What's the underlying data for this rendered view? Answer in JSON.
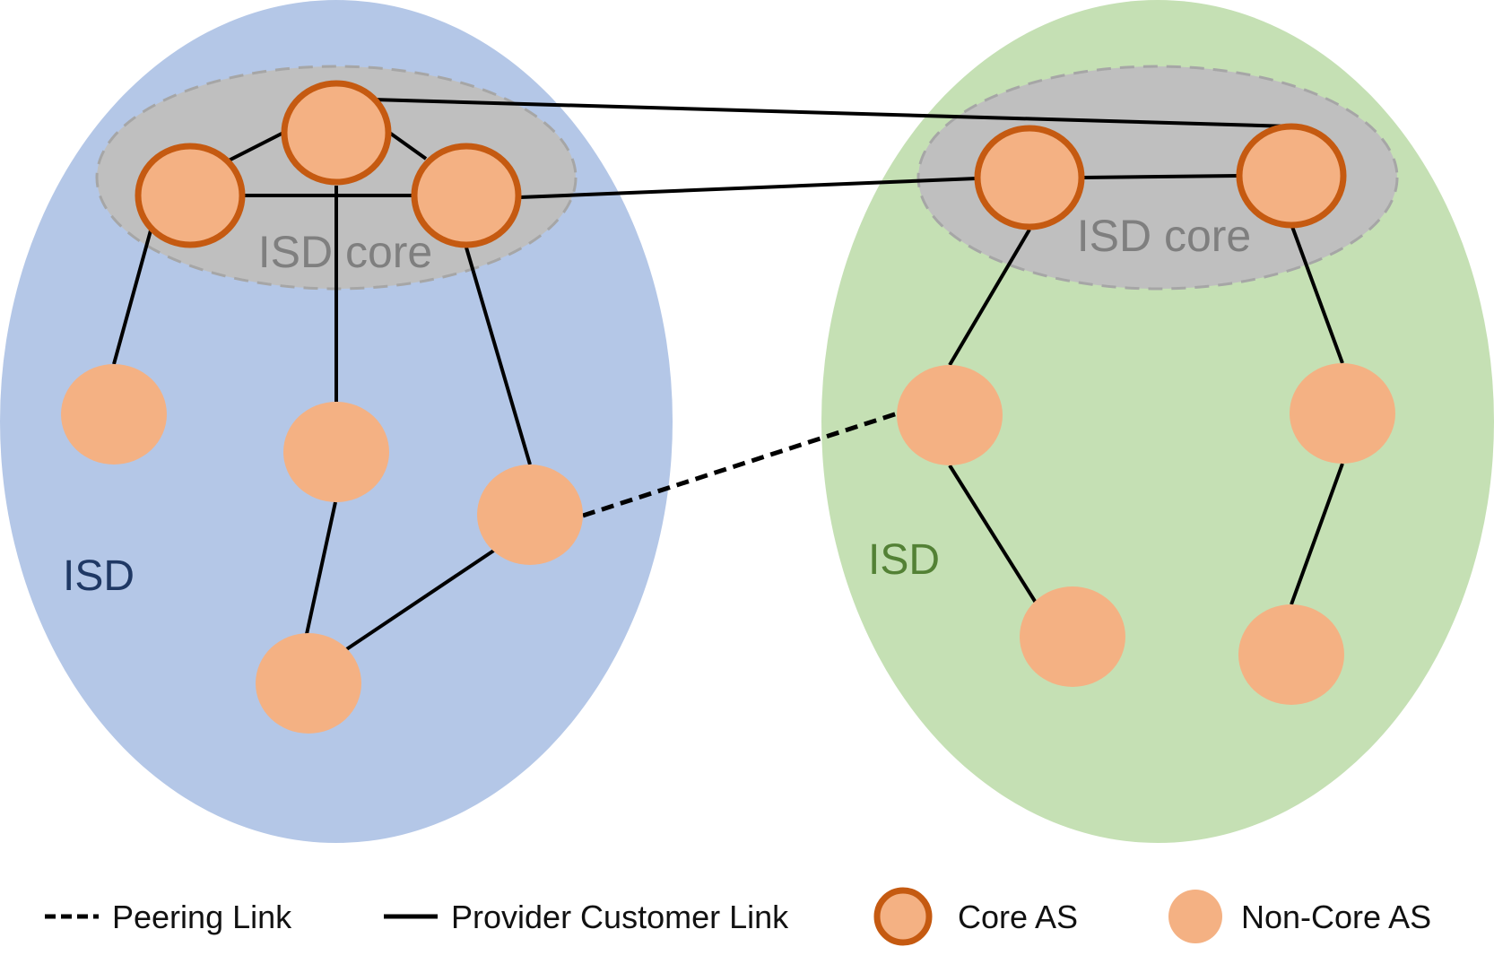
{
  "colors": {
    "isd_left_fill": "#b4c7e7",
    "isd_right_fill": "#c5e0b4",
    "isd_left_label": "#1f3864",
    "isd_right_label": "#538135",
    "core_region_fill": "#bfbfbf",
    "core_region_border": "#a6a6a6",
    "core_region_label": "#7f7f7f",
    "node_fill": "#f4b183",
    "core_node_border": "#c55a11",
    "link": "#000000"
  },
  "isds": [
    {
      "label": "ISD",
      "core_label": "ISD core"
    },
    {
      "label": "ISD",
      "core_label": "ISD core"
    }
  ],
  "legend": {
    "peering_link": "Peering Link",
    "provider_customer_link": "Provider Customer Link",
    "core_as": "Core AS",
    "non_core_as": "Non-Core AS"
  }
}
